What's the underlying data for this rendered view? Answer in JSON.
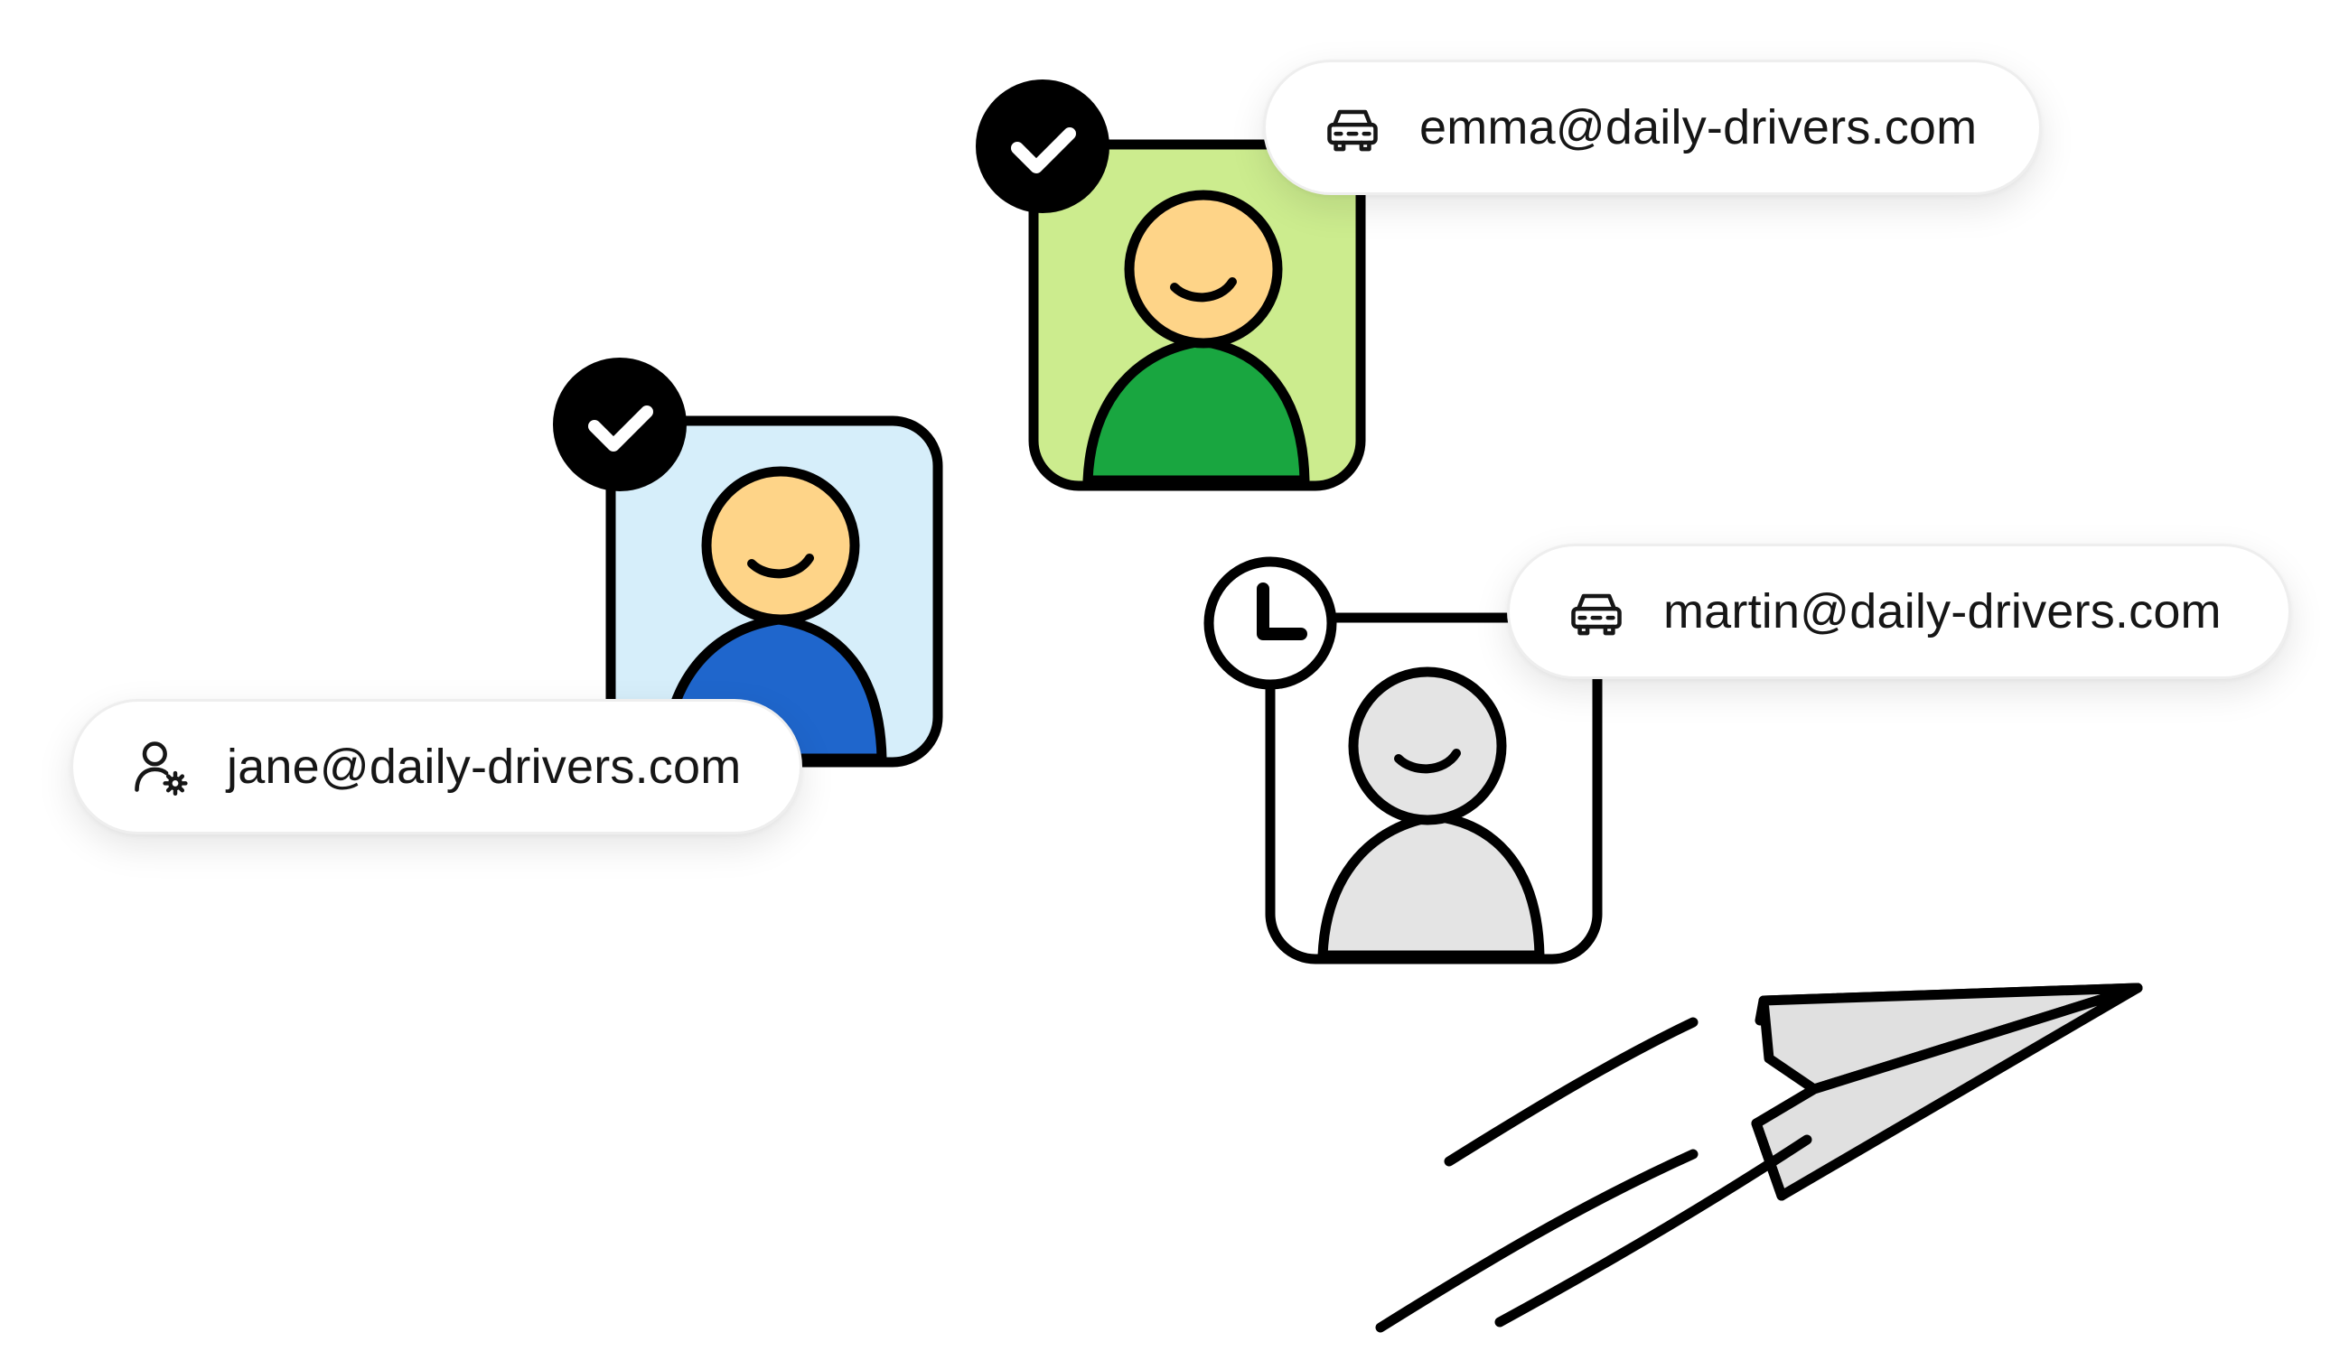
{
  "accounts": [
    {
      "email": "emma@daily-drivers.com",
      "role_icon": "car-icon",
      "status_icon": "check-icon",
      "avatar_bg": "#ccec8e",
      "avatar_body": "#19a640",
      "avatar_face": "#fed488"
    },
    {
      "email": "martin@daily-drivers.com",
      "role_icon": "car-icon",
      "status_icon": "clock-icon",
      "avatar_bg": "#ffffff",
      "avatar_body": "#e4e4e4",
      "avatar_face": "#e4e4e4"
    },
    {
      "email": "jane@daily-drivers.com",
      "role_icon": "user-gear-icon",
      "status_icon": "check-icon",
      "avatar_bg": "#d6eefa",
      "avatar_body": "#1f66cc",
      "avatar_face": "#fed488"
    }
  ],
  "decoration": {
    "paper_plane_fill": "#e0e0e0",
    "outline": "#000000"
  }
}
